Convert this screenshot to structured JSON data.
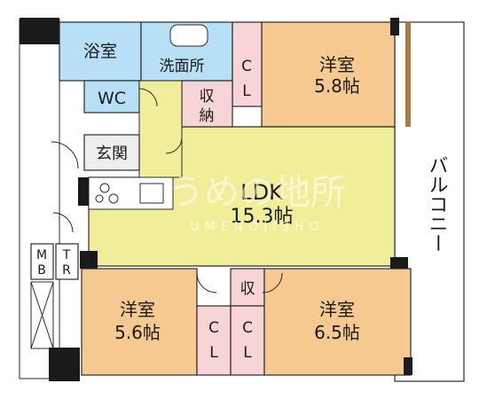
{
  "colors": {
    "western_room": "#f5c98f",
    "ldk": "#f0ee98",
    "wet_area": "#b7dff5",
    "storage": "#f7d4d6",
    "entrance": "#eeeeee",
    "balcony": "#ffffff",
    "wall": "#1a1a1a"
  },
  "rooms": {
    "bath": {
      "label": "浴室"
    },
    "washroom": {
      "label": "洗面所"
    },
    "wc": {
      "label": "WC"
    },
    "cl_top": {
      "label": "C\nL"
    },
    "storage_top": {
      "label": "収\n納"
    },
    "entrance": {
      "label": "玄関"
    },
    "bedroom_ne": {
      "line1": "洋室",
      "line2": "5.8帖"
    },
    "ldk": {
      "line1": "LDK",
      "line2": "15.3帖"
    },
    "bedroom_sw": {
      "line1": "洋室",
      "line2": "5.6帖"
    },
    "bedroom_se": {
      "line1": "洋室",
      "line2": "6.5帖"
    },
    "storage_mid": {
      "label": "収"
    },
    "cl_left": {
      "label": "C\nL"
    },
    "cl_right": {
      "label": "C\nL"
    },
    "mb": {
      "label": "M\nB"
    },
    "tr": {
      "label": "T\nR"
    },
    "balcony": {
      "label": "バルコニー"
    }
  },
  "watermark": {
    "text": "うめの地所",
    "sub": "UMENOJISHO"
  }
}
